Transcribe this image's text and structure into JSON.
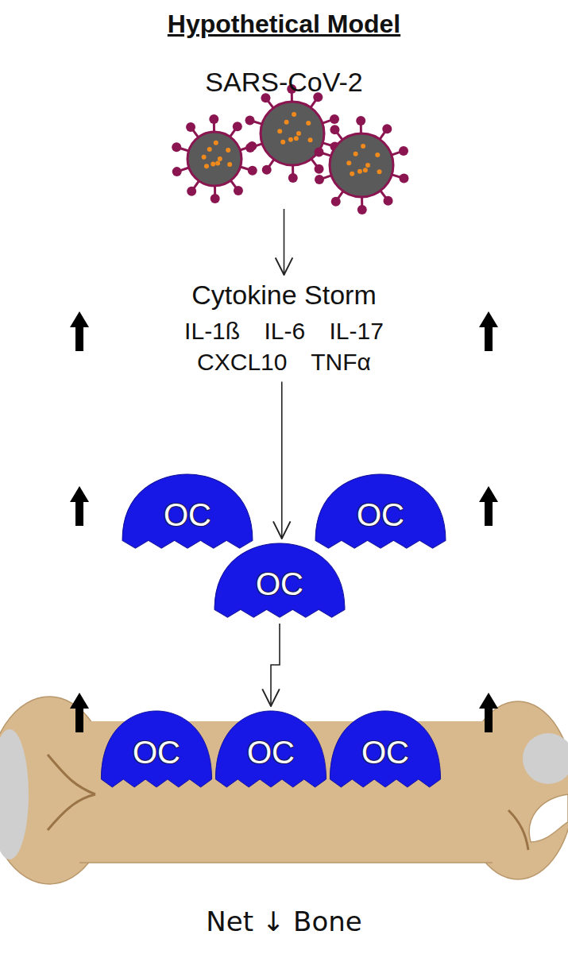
{
  "diagram": {
    "title": "Hypothetical Model",
    "nodes": [
      {
        "text": [
          "SARS-CoV-2"
        ]
      },
      {
        "text": [
          "Cytokine Storm",
          "IL-1ß IL-6 IL-17 CXCL10 TNFα"
        ]
      },
      {
        "text": [
          "OC"
        ]
      },
      {
        "text": [
          "OC"
        ]
      },
      {
        "text": [
          "OC"
        ]
      },
      {
        "text": [
          "OC"
        ]
      },
      {
        "text": [
          "OC"
        ]
      },
      {
        "text": [
          "OC"
        ]
      }
    ],
    "edges": [
      {
        "from": 0,
        "to": 1,
        "arrow": "to"
      },
      {
        "from": 1,
        "to": 4,
        "arrow": "to"
      },
      {
        "from": 4,
        "to": 6,
        "arrow": "to"
      }
    ],
    "labels": [
      "Net ↓ Bone"
    ]
  }
}
